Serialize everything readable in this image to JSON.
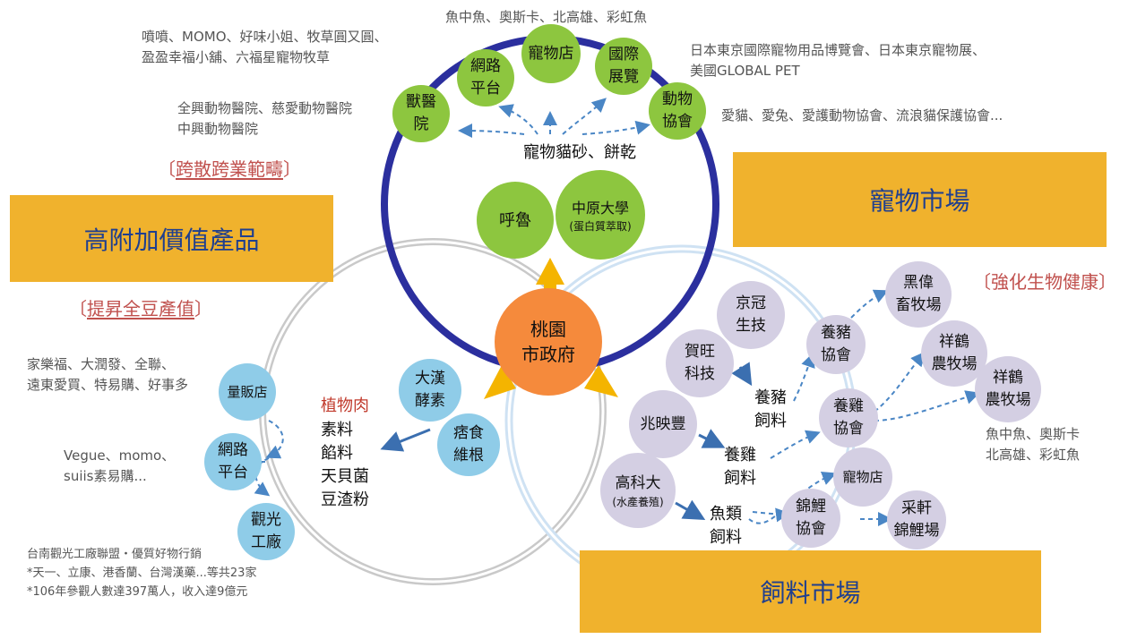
{
  "boxes": {
    "high_value": "高附加價值產品",
    "pet_market": "寵物市場",
    "feed_market": "飼料市場"
  },
  "brackets": {
    "cross_industry": "跨散跨業範疇",
    "raise_soy": "提昇全豆產值",
    "bio_health": "強化生物健康"
  },
  "center": "桃園\n市政府",
  "pet": {
    "nodes": {
      "vet": "獸醫\n院",
      "online": "網路\n平台",
      "shop": "寵物店",
      "expo": "國際\n展覽",
      "assoc": "動物\n協會",
      "hulu": "呼魯",
      "cycu": "中原大學",
      "cycu_sub": "(蛋白質萃取)"
    },
    "product": "寵物貓砂、餅乾",
    "notes": {
      "shop": "魚中魚、奧斯卡、北高雄、彩虹魚",
      "online": "噴噴、MOMO、好味小姐、牧草圓又圓、\n盈盈幸福小舖、六福星寵物牧草",
      "vet": "全興動物醫院、慈愛動物醫院\n中興動物醫院",
      "expo": "日本東京國際寵物用品博覽會、日本東京寵物展、\n美國GLOBAL PET",
      "assoc": "愛貓、愛兔、愛護動物協會、流浪貓保護協會..."
    }
  },
  "food": {
    "nodes": {
      "dahan": "大漢\n酵素",
      "weigen": "痞食\n維根",
      "mass": "量販店",
      "online": "網路\n平台",
      "tour": "觀光\n工廠"
    },
    "plant_meat": "植物肉",
    "products": "素料\n餡料\n天貝菌\n豆渣粉",
    "notes": {
      "mass": "家樂福、大潤發、全聯、\n遠東愛買、特易購、好事多",
      "online": "Vegue、momo、\nsuiis素易購...",
      "tour": "台南觀光工廠聯盟・優質好物行銷\n*天一、立康、港香蘭、台灣漢藥...等共23家\n*106年參觀人數達397萬人，收入達9億元"
    }
  },
  "feed": {
    "nodes": {
      "jingguan": "京冠\n生技",
      "hewang": "賀旺\n科技",
      "zhaoyingfeng": "兆映豐",
      "kuas": "高科大",
      "kuas_sub": "(水產養殖)",
      "pig_assoc": "養豬\n協會",
      "chicken_assoc": "養雞\n協會",
      "petshop": "寵物店",
      "koi_assoc": "錦鯉\n協會",
      "heiwei": "黑偉\n畜牧場",
      "xianghe1": "祥鶴\n農牧場",
      "xianghe2": "祥鶴\n農牧場",
      "caixuan": "采軒\n錦鯉場"
    },
    "labels": {
      "pig_feed": "養豬\n飼料",
      "chicken_feed": "養雞\n飼料",
      "fish_feed": "魚類\n飼料"
    },
    "notes": {
      "petshop": "魚中魚、奧斯卡\n北高雄、彩虹魚"
    }
  },
  "colors": {
    "gold": "#f0b22d",
    "navy_ring": "#2b2f9e",
    "green_node": "#8dc63f",
    "blue_node": "#8fcce8",
    "purple_node": "#d4cfe3",
    "orange_center": "#f58a3c",
    "red_text": "#c0504d",
    "title_blue": "#1f3f8f"
  }
}
